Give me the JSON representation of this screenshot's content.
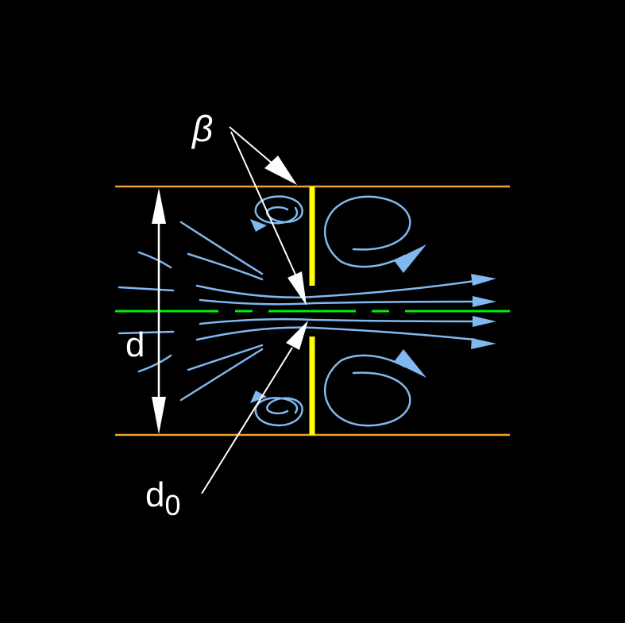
{
  "labels": {
    "beta": "β",
    "diameter": "d",
    "orifice_diameter_main": "d",
    "orifice_diameter_sub": "0"
  },
  "colors": {
    "background": "#000000",
    "pipe_wall": "#f0a030",
    "orifice_plate": "#ffff00",
    "centerline": "#00ee00",
    "streamline": "#80b8f0",
    "annotation": "#ffffff"
  }
}
